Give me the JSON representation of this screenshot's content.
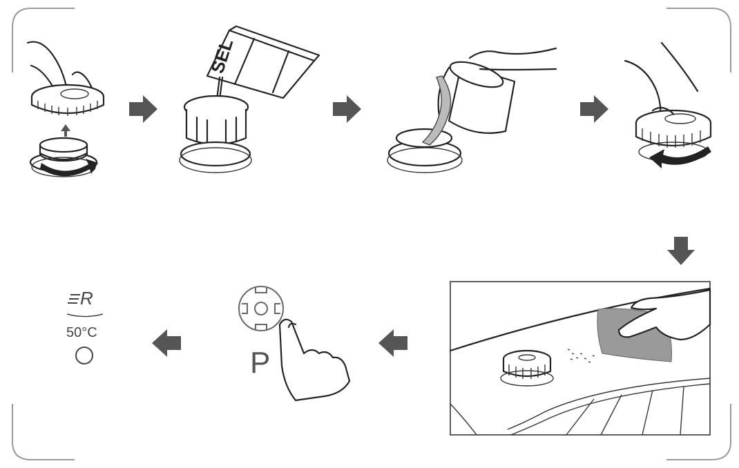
{
  "salt_pack_label": "SEL",
  "program_key_label": "P",
  "indicator": {
    "regen_symbol": "R",
    "temperature": "50°C"
  },
  "colors": {
    "arrow": "#555555",
    "frame": "#9a9a9a",
    "line": "#222222",
    "cloth": "#9a9a9a"
  },
  "icons": [
    "arrow-right-icon",
    "arrow-down-icon",
    "arrow-left-icon",
    "up-arrow-icon",
    "rotate-arrow-icon",
    "hand-icon",
    "finger-press-icon",
    "indicator-light-icon"
  ]
}
